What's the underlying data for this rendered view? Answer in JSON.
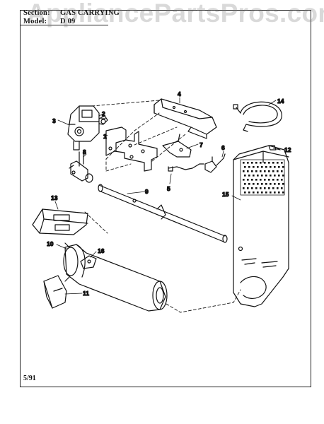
{
  "header": {
    "section_label": "Section:",
    "section_value": "GAS CARRYING",
    "model_label": "Model:",
    "model_value": "D 09"
  },
  "watermark": "AppliancePartsPros.com",
  "footer": {
    "date": "5/91"
  },
  "callouts": [
    "1",
    "2",
    "3",
    "4",
    "5",
    "6",
    "7",
    "8",
    "9",
    "10",
    "11",
    "12",
    "13",
    "14",
    "15",
    "16"
  ]
}
